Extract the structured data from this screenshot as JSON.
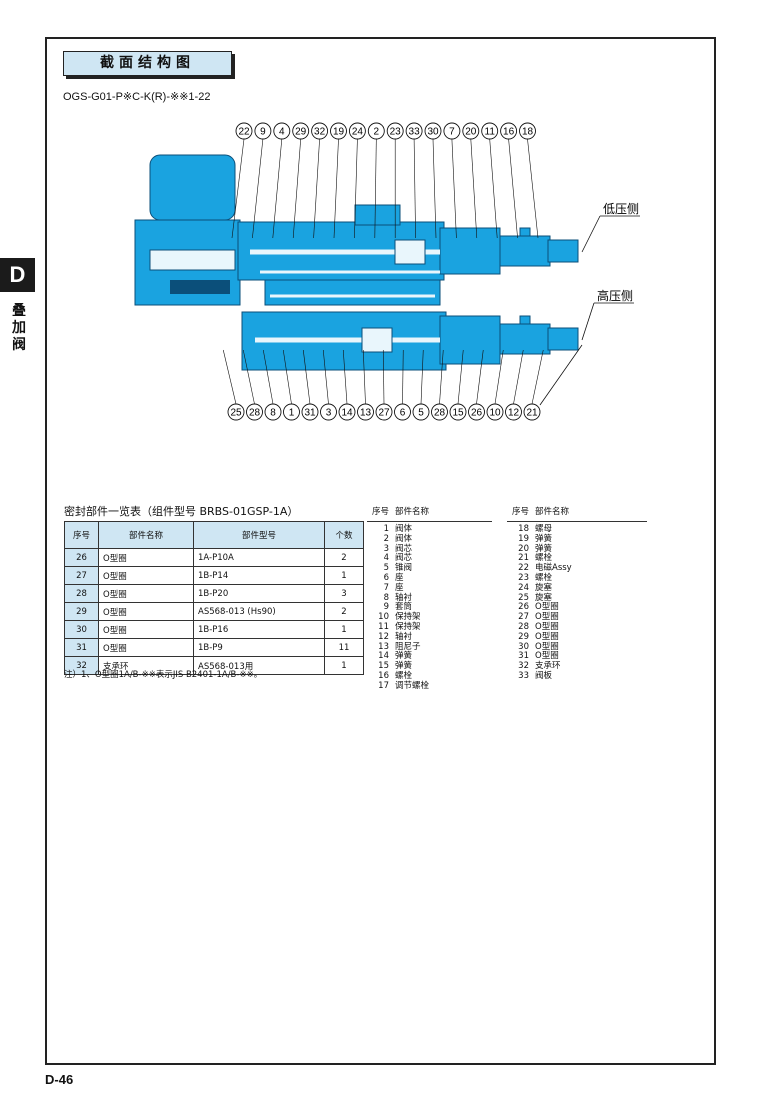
{
  "page": {
    "title": "截面结构图",
    "model": "OGS-G01-P※C-K(R)-※※1-22",
    "side_tab": "D",
    "side_text": "叠加阀",
    "page_number": "D-46"
  },
  "diagram": {
    "top_callouts": [
      "22",
      "9",
      "4",
      "29",
      "32",
      "19",
      "24",
      "2",
      "23",
      "33",
      "30",
      "7",
      "20",
      "11",
      "16",
      "18"
    ],
    "bottom_callouts": [
      "25",
      "28",
      "8",
      "1",
      "31",
      "3",
      "14",
      "13",
      "27",
      "6",
      "5",
      "28",
      "15",
      "26",
      "10",
      "12",
      "21"
    ],
    "label_low": "低压侧",
    "label_high": "高压侧",
    "body_color": "#1aa3e0"
  },
  "seal_table": {
    "title": "密封部件一览表（组件型号 BRBS-01GSP-1A）",
    "headers": [
      "序号",
      "部件名称",
      "部件型号",
      "个数"
    ],
    "rows": [
      [
        "26",
        "O型圈",
        "1A-P10A",
        "2"
      ],
      [
        "27",
        "O型圈",
        "1B-P14",
        "1"
      ],
      [
        "28",
        "O型圈",
        "1B-P20",
        "3"
      ],
      [
        "29",
        "O型圈",
        "AS568-013 (Hs90)",
        "2"
      ],
      [
        "30",
        "O型圈",
        "1B-P16",
        "1"
      ],
      [
        "31",
        "O型圈",
        "1B-P9",
        "11"
      ],
      [
        "32",
        "支承环",
        "AS568-013用",
        "1"
      ]
    ],
    "note": "注）1、O型圈1A/B-※※表示JIS B2401-1A/B-※※。"
  },
  "parts_list_1": {
    "header_no": "序号",
    "header_name": "部件名称",
    "items": [
      [
        "1",
        "阀体"
      ],
      [
        "2",
        "阀体"
      ],
      [
        "3",
        "阀芯"
      ],
      [
        "4",
        "阀芯"
      ],
      [
        "5",
        "锥阀"
      ],
      [
        "6",
        "座"
      ],
      [
        "7",
        "座"
      ],
      [
        "8",
        "轴衬"
      ],
      [
        "9",
        "套筒"
      ],
      [
        "10",
        "保持架"
      ],
      [
        "11",
        "保持架"
      ],
      [
        "12",
        "轴衬"
      ],
      [
        "13",
        "阻尼子"
      ],
      [
        "14",
        "弹簧"
      ],
      [
        "15",
        "弹簧"
      ],
      [
        "16",
        "螺栓"
      ],
      [
        "17",
        "调节螺栓"
      ]
    ]
  },
  "parts_list_2": {
    "header_no": "序号",
    "header_name": "部件名称",
    "items": [
      [
        "18",
        "螺母"
      ],
      [
        "19",
        "弹簧"
      ],
      [
        "20",
        "弹簧"
      ],
      [
        "21",
        "螺栓"
      ],
      [
        "22",
        "电磁Assy"
      ],
      [
        "23",
        "螺栓"
      ],
      [
        "24",
        "旋塞"
      ],
      [
        "25",
        "旋塞"
      ],
      [
        "26",
        "O型圈"
      ],
      [
        "27",
        "O型圈"
      ],
      [
        "28",
        "O型圈"
      ],
      [
        "29",
        "O型圈"
      ],
      [
        "30",
        "O型圈"
      ],
      [
        "31",
        "O型圈"
      ],
      [
        "32",
        "支承环"
      ],
      [
        "33",
        "阀板"
      ]
    ]
  }
}
